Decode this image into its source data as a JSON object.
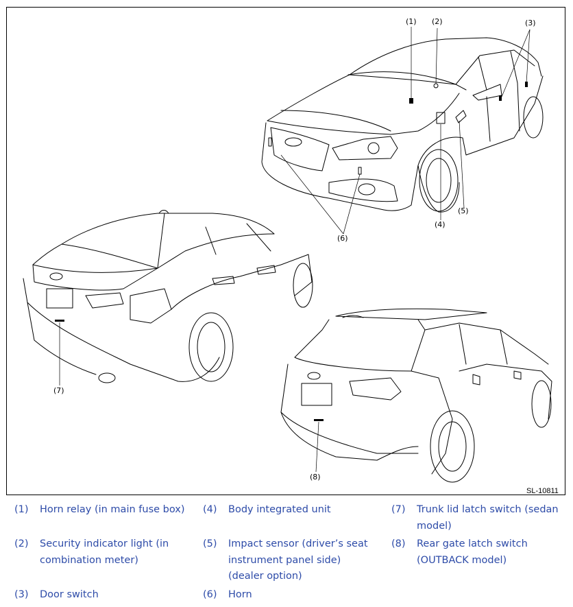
{
  "figure": {
    "id": "SL-10811",
    "callouts": [
      "(1)",
      "(2)",
      "(3)",
      "(4)",
      "(5)",
      "(6)",
      "(7)",
      "(8)"
    ]
  },
  "legend": [
    {
      "num": "(1)",
      "lines": [
        "Horn relay (in main fuse box)"
      ]
    },
    {
      "num": "(2)",
      "lines": [
        "Security indicator light (in",
        "combination meter)"
      ]
    },
    {
      "num": "(3)",
      "lines": [
        "Door switch"
      ]
    },
    {
      "num": "(4)",
      "lines": [
        "Body integrated unit"
      ]
    },
    {
      "num": "(5)",
      "lines": [
        "Impact sensor (driver’s seat",
        "instrument panel side)",
        "(dealer option)"
      ]
    },
    {
      "num": "(6)",
      "lines": [
        "Horn"
      ]
    },
    {
      "num": "(7)",
      "lines": [
        "Trunk lid latch switch (sedan",
        "model)"
      ]
    },
    {
      "num": "(8)",
      "lines": [
        "Rear gate latch switch",
        "(OUTBACK model)"
      ]
    }
  ],
  "colors": {
    "legend_text": "#2d4ba8",
    "line_art": "#000000"
  }
}
